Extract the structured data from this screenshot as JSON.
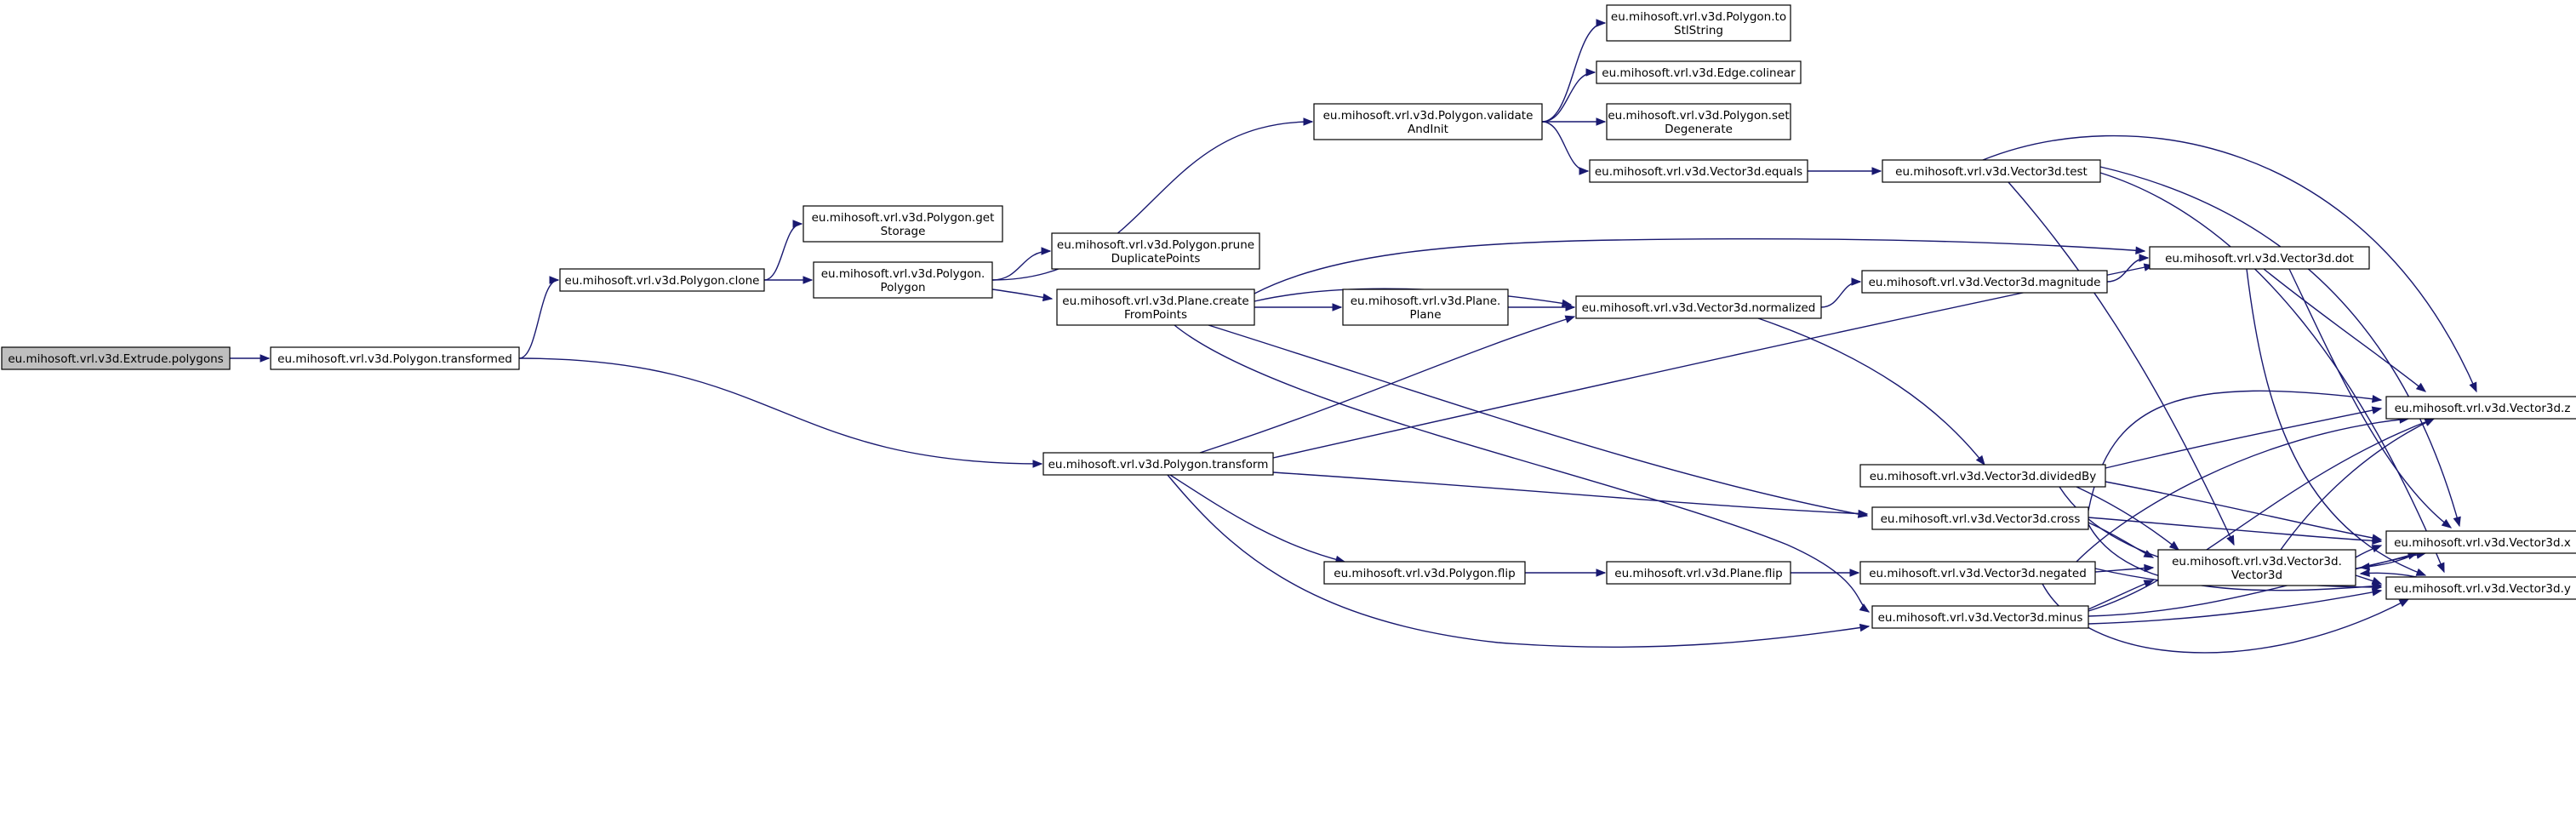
{
  "graph": {
    "colors": {
      "edge": "#191970",
      "root_fill": "#bfbfbf",
      "node_fill": "#ffffff",
      "node_border": "#000000"
    },
    "nodes": [
      {
        "id": "extrude_polygons",
        "lines": [
          "eu.mihosoft.vrl.v3d.Extrude.polygons"
        ],
        "root": true
      },
      {
        "id": "polygon_transformed",
        "lines": [
          "eu.mihosoft.vrl.v3d.Polygon.transformed"
        ]
      },
      {
        "id": "polygon_clone",
        "lines": [
          "eu.mihosoft.vrl.v3d.Polygon.clone"
        ]
      },
      {
        "id": "polygon_getstorage",
        "lines": [
          "eu.mihosoft.vrl.v3d.Polygon.get",
          "Storage"
        ]
      },
      {
        "id": "polygon_ctor",
        "lines": [
          "eu.mihosoft.vrl.v3d.Polygon.",
          "Polygon"
        ]
      },
      {
        "id": "polygon_validate",
        "lines": [
          "eu.mihosoft.vrl.v3d.Polygon.validate",
          "AndInit"
        ]
      },
      {
        "id": "polygon_tostl",
        "lines": [
          "eu.mihosoft.vrl.v3d.Polygon.to",
          "StlString"
        ]
      },
      {
        "id": "edge_colinear",
        "lines": [
          "eu.mihosoft.vrl.v3d.Edge.colinear"
        ]
      },
      {
        "id": "polygon_setdegenerate",
        "lines": [
          "eu.mihosoft.vrl.v3d.Polygon.set",
          "Degenerate"
        ]
      },
      {
        "id": "v3_equals",
        "lines": [
          "eu.mihosoft.vrl.v3d.Vector3d.equals"
        ]
      },
      {
        "id": "v3_test",
        "lines": [
          "eu.mihosoft.vrl.v3d.Vector3d.test"
        ]
      },
      {
        "id": "polygon_prune",
        "lines": [
          "eu.mihosoft.vrl.v3d.Polygon.prune",
          "DuplicatePoints"
        ]
      },
      {
        "id": "plane_create",
        "lines": [
          "eu.mihosoft.vrl.v3d.Plane.create",
          "FromPoints"
        ]
      },
      {
        "id": "plane_ctor",
        "lines": [
          "eu.mihosoft.vrl.v3d.Plane.",
          "Plane"
        ]
      },
      {
        "id": "v3_normalized",
        "lines": [
          "eu.mihosoft.vrl.v3d.Vector3d.normalized"
        ]
      },
      {
        "id": "v3_magnitude",
        "lines": [
          "eu.mihosoft.vrl.v3d.Vector3d.magnitude"
        ]
      },
      {
        "id": "v3_dot",
        "lines": [
          "eu.mihosoft.vrl.v3d.Vector3d.dot"
        ]
      },
      {
        "id": "v3_z",
        "lines": [
          "eu.mihosoft.vrl.v3d.Vector3d.z"
        ]
      },
      {
        "id": "v3_dividedby",
        "lines": [
          "eu.mihosoft.vrl.v3d.Vector3d.dividedBy"
        ]
      },
      {
        "id": "polygon_transform",
        "lines": [
          "eu.mihosoft.vrl.v3d.Polygon.transform"
        ]
      },
      {
        "id": "v3_cross",
        "lines": [
          "eu.mihosoft.vrl.v3d.Vector3d.cross"
        ]
      },
      {
        "id": "v3_x",
        "lines": [
          "eu.mihosoft.vrl.v3d.Vector3d.x"
        ]
      },
      {
        "id": "v3_ctor",
        "lines": [
          "eu.mihosoft.vrl.v3d.Vector3d.",
          "Vector3d"
        ]
      },
      {
        "id": "polygon_flip",
        "lines": [
          "eu.mihosoft.vrl.v3d.Polygon.flip"
        ]
      },
      {
        "id": "plane_flip",
        "lines": [
          "eu.mihosoft.vrl.v3d.Plane.flip"
        ]
      },
      {
        "id": "v3_negated",
        "lines": [
          "eu.mihosoft.vrl.v3d.Vector3d.negated"
        ]
      },
      {
        "id": "v3_y",
        "lines": [
          "eu.mihosoft.vrl.v3d.Vector3d.y"
        ]
      },
      {
        "id": "v3_minus",
        "lines": [
          "eu.mihosoft.vrl.v3d.Vector3d.minus"
        ]
      }
    ],
    "edges": [
      {
        "from": "extrude_polygons",
        "to": "polygon_transformed"
      },
      {
        "from": "polygon_transformed",
        "to": "polygon_clone"
      },
      {
        "from": "polygon_transformed",
        "to": "polygon_transform"
      },
      {
        "from": "polygon_clone",
        "to": "polygon_getstorage"
      },
      {
        "from": "polygon_clone",
        "to": "polygon_ctor"
      },
      {
        "from": "polygon_ctor",
        "to": "polygon_validate"
      },
      {
        "from": "polygon_ctor",
        "to": "polygon_prune"
      },
      {
        "from": "polygon_ctor",
        "to": "plane_create"
      },
      {
        "from": "polygon_validate",
        "to": "polygon_tostl"
      },
      {
        "from": "polygon_validate",
        "to": "edge_colinear"
      },
      {
        "from": "polygon_validate",
        "to": "polygon_setdegenerate"
      },
      {
        "from": "polygon_validate",
        "to": "v3_equals"
      },
      {
        "from": "v3_equals",
        "to": "v3_test"
      },
      {
        "from": "v3_test",
        "to": "v3_z"
      },
      {
        "from": "v3_test",
        "to": "v3_x"
      },
      {
        "from": "v3_test",
        "to": "v3_y"
      },
      {
        "from": "v3_test",
        "to": "v3_ctor"
      },
      {
        "from": "plane_create",
        "to": "v3_dot"
      },
      {
        "from": "plane_create",
        "to": "v3_normalized"
      },
      {
        "from": "plane_create",
        "to": "plane_ctor"
      },
      {
        "from": "plane_create",
        "to": "v3_cross"
      },
      {
        "from": "plane_create",
        "to": "v3_minus"
      },
      {
        "from": "plane_ctor",
        "to": "v3_normalized"
      },
      {
        "from": "v3_normalized",
        "to": "v3_magnitude"
      },
      {
        "from": "v3_normalized",
        "to": "v3_dividedby"
      },
      {
        "from": "v3_magnitude",
        "to": "v3_dot"
      },
      {
        "from": "v3_dot",
        "to": "v3_z"
      },
      {
        "from": "v3_dot",
        "to": "v3_x"
      },
      {
        "from": "v3_dot",
        "to": "v3_y"
      },
      {
        "from": "v3_dividedby",
        "to": "v3_z"
      },
      {
        "from": "v3_dividedby",
        "to": "v3_x"
      },
      {
        "from": "v3_dividedby",
        "to": "v3_y"
      },
      {
        "from": "v3_dividedby",
        "to": "v3_ctor"
      },
      {
        "from": "polygon_transform",
        "to": "v3_normalized"
      },
      {
        "from": "polygon_transform",
        "to": "v3_dot"
      },
      {
        "from": "polygon_transform",
        "to": "v3_cross"
      },
      {
        "from": "polygon_transform",
        "to": "polygon_flip"
      },
      {
        "from": "polygon_transform",
        "to": "v3_minus"
      },
      {
        "from": "polygon_flip",
        "to": "plane_flip"
      },
      {
        "from": "plane_flip",
        "to": "v3_negated"
      },
      {
        "from": "v3_cross",
        "to": "v3_z"
      },
      {
        "from": "v3_cross",
        "to": "v3_x"
      },
      {
        "from": "v3_cross",
        "to": "v3_y"
      },
      {
        "from": "v3_cross",
        "to": "v3_ctor"
      },
      {
        "from": "v3_negated",
        "to": "v3_z"
      },
      {
        "from": "v3_negated",
        "to": "v3_x"
      },
      {
        "from": "v3_negated",
        "to": "v3_y"
      },
      {
        "from": "v3_negated",
        "to": "v3_ctor"
      },
      {
        "from": "v3_minus",
        "to": "v3_z"
      },
      {
        "from": "v3_minus",
        "to": "v3_x"
      },
      {
        "from": "v3_minus",
        "to": "v3_y"
      },
      {
        "from": "v3_minus",
        "to": "v3_ctor"
      },
      {
        "from": "v3_ctor",
        "to": "v3_z"
      },
      {
        "from": "v3_ctor",
        "to": "v3_x"
      },
      {
        "from": "v3_ctor",
        "to": "v3_y"
      },
      {
        "from": "v3_x",
        "to": "v3_ctor"
      },
      {
        "from": "v3_y",
        "to": "v3_ctor"
      }
    ]
  }
}
